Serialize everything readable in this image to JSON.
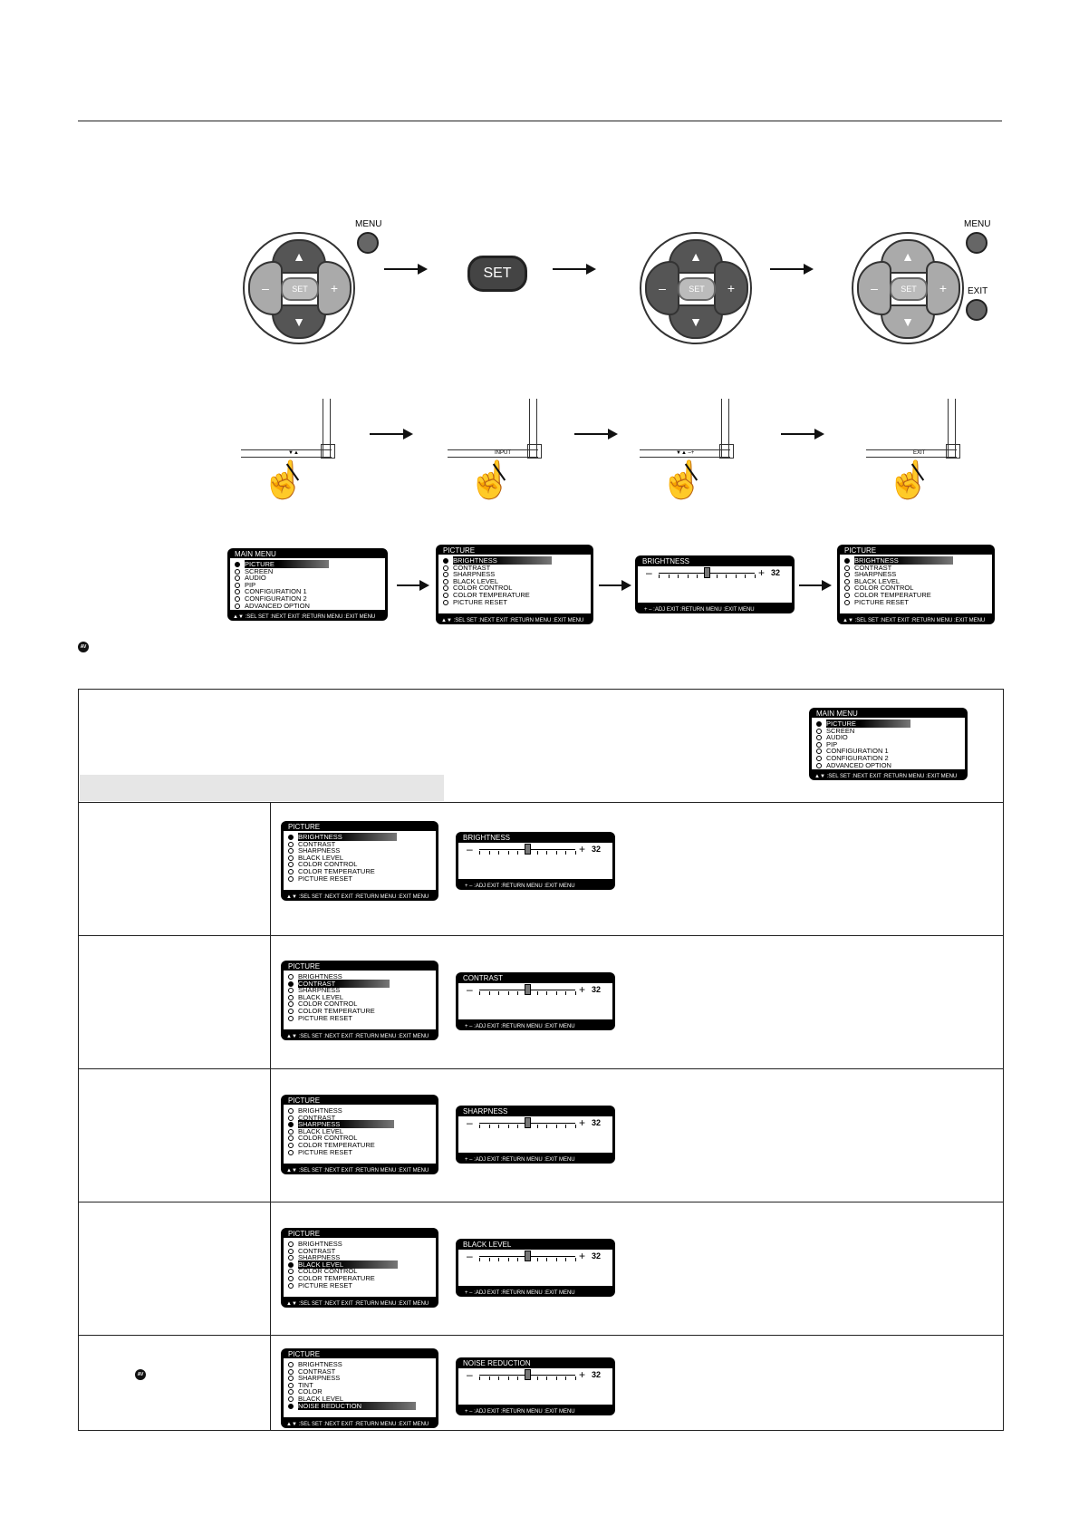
{
  "remote": {
    "menu_label": "MENU",
    "exit_label": "EXIT",
    "set_label": "SET",
    "up": "▲",
    "down": "▼",
    "minus": "–",
    "plus": "+"
  },
  "monitor_labels": {
    "step1": "▼▲",
    "step2": "INPUT",
    "step3": "▼▲  –+",
    "step4": "EXIT"
  },
  "icons": {
    "av": "AV",
    "hand": "☝"
  },
  "main_menu": {
    "title": "MAIN MENU",
    "items": [
      "PICTURE",
      "SCREEN",
      "AUDIO",
      "PIP",
      "CONFIGURATION 1",
      "CONFIGURATION 2",
      "ADVANCED OPTION"
    ],
    "footer": "▲▼ :SEL  SET :NEXT  EXIT :RETURN  MENU :EXIT MENU"
  },
  "picture_menu": {
    "title": "PICTURE",
    "items": [
      "BRIGHTNESS",
      "CONTRAST",
      "SHARPNESS",
      "BLACK LEVEL",
      "COLOR CONTROL",
      "COLOR TEMPERATURE",
      "PICTURE RESET"
    ],
    "footer": "▲▼ :SEL  SET :NEXT  EXIT :RETURN  MENU :EXIT MENU"
  },
  "picture_menu_av": {
    "title": "PICTURE",
    "items": [
      "BRIGHTNESS",
      "CONTRAST",
      "SHARPNESS",
      "TINT",
      "COLOR",
      "BLACK LEVEL",
      "NOISE REDUCTION"
    ],
    "more": "▼",
    "footer": "▲▼ :SEL  SET :NEXT  EXIT :RETURN  MENU :EXIT MENU"
  },
  "slider_footer": "+ – :ADJ    EXIT :RETURN  MENU :EXIT MENU",
  "sliders": {
    "brightness": {
      "title": "BRIGHTNESS",
      "value": "32"
    },
    "contrast": {
      "title": "CONTRAST",
      "value": "32"
    },
    "sharpness": {
      "title": "SHARPNESS",
      "value": "32"
    },
    "black_level": {
      "title": "BLACK LEVEL",
      "value": "32"
    },
    "noise_reduction": {
      "title": "NOISE REDUCTION",
      "value": "32"
    }
  },
  "slider_level": 0.5
}
